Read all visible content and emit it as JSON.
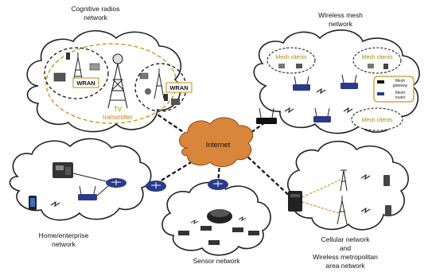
{
  "networks": {
    "cognitive": {
      "title_line1": "Cognitive radios",
      "title_line2": "network"
    },
    "mesh": {
      "title_line1": "Wireless mesh",
      "title_line2": "network"
    },
    "home": {
      "title_line1": "Home/enterprise",
      "title_line2": "network"
    },
    "sensor": {
      "title": "Sensor network"
    },
    "cellular": {
      "title_line1": "Cellular network",
      "title_line2": "and",
      "title_line3": "Wireless metropolitan",
      "title_line4": "area network"
    }
  },
  "internet": {
    "label": "Internet"
  },
  "cognitive_labels": {
    "wran_left": "WRAN",
    "wran_right": "WRAN",
    "tv_line1": "TV",
    "tv_line2": "transmitter"
  },
  "mesh_labels": {
    "clients_1": "Mesh clients",
    "clients_2": "Mesh clients",
    "clients_3": "Mesh clients",
    "gateway_line1": "Mesh",
    "gateway_line2": "gateway",
    "router_line1": "Mesh",
    "router_line2": "router"
  },
  "colors": {
    "internet_cloud": "#d9853b",
    "gold": "#c8961e",
    "device_blue": "#2a3a8c",
    "cloud_stroke": "#222222"
  }
}
